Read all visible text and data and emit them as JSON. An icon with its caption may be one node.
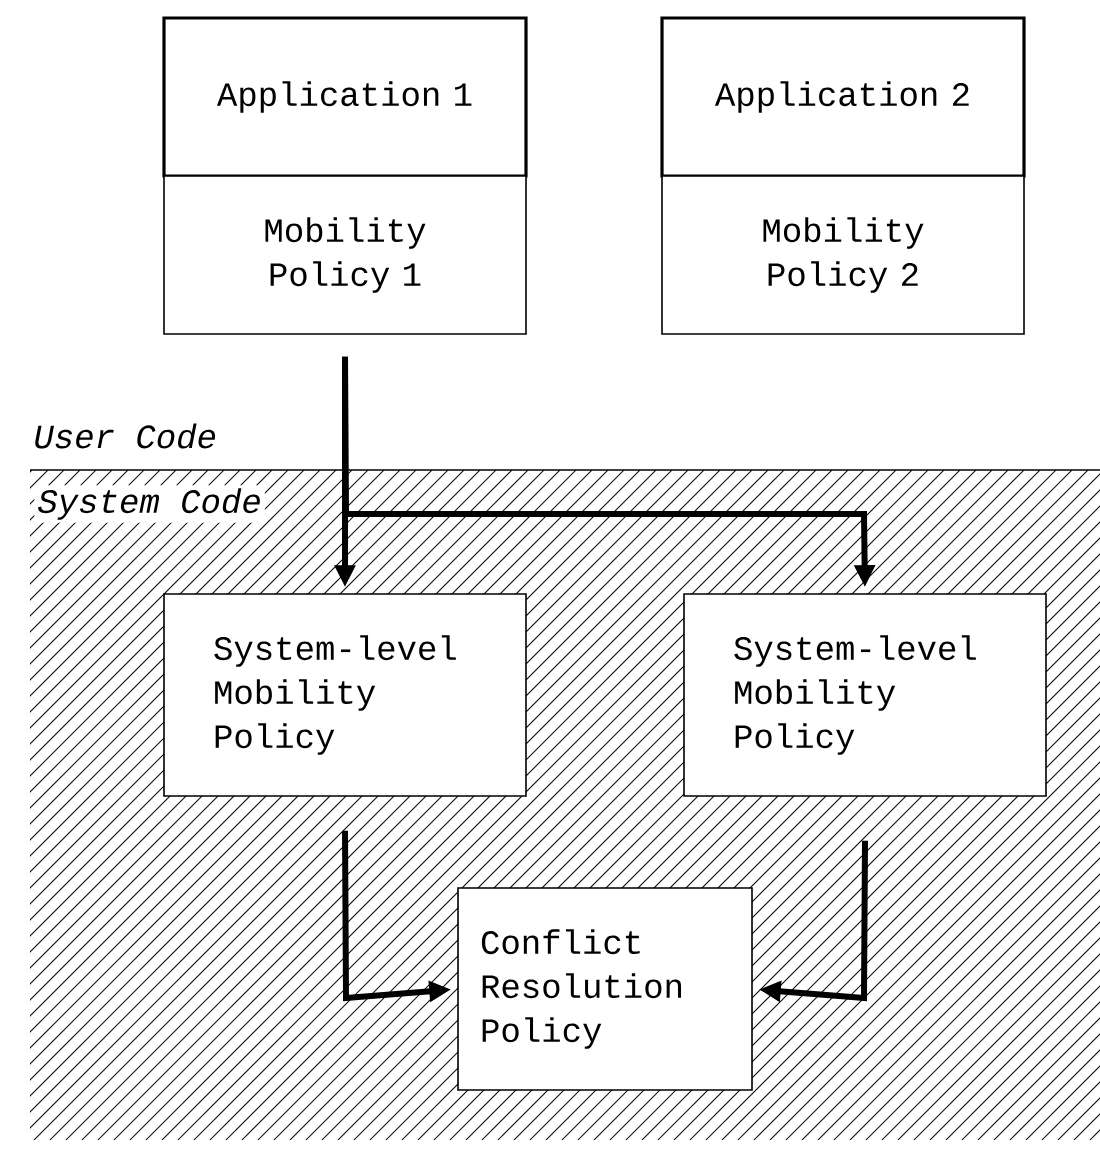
{
  "diagram": {
    "nodes": [
      {
        "text": [
          "Application 1"
        ]
      },
      {
        "text": [
          "Mobility Policy 1"
        ]
      },
      {
        "text": [
          "Application 2"
        ]
      },
      {
        "text": [
          "Mobility Policy 2"
        ]
      },
      {
        "text": [
          "System-level Mobility Policy"
        ]
      },
      {
        "text": [
          "System-level Mobility Policy"
        ]
      },
      {
        "text": [
          "Conflict Resolution Policy"
        ]
      }
    ],
    "edges": [
      {
        "from": 1,
        "to": 4,
        "arrow": "to"
      },
      {
        "from": 1,
        "to": 5,
        "arrow": "to"
      },
      {
        "from": 4,
        "to": 6,
        "arrow": "to"
      },
      {
        "from": 5,
        "to": 6,
        "arrow": "to"
      }
    ],
    "labels": [
      "User Code",
      "System Code"
    ]
  }
}
